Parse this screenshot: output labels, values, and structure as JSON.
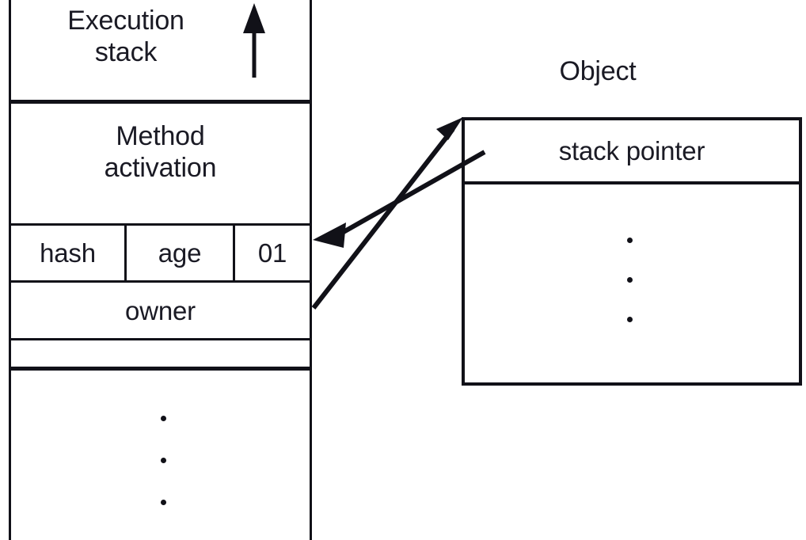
{
  "diagram": {
    "title_stack": "Execution\nstack",
    "title_object": "Object",
    "stack": {
      "growth_arrow_icon": "up-arrow-icon",
      "method_activation_label": "Method\nactivation",
      "slots": [
        {
          "label": "hash"
        },
        {
          "label": "age"
        },
        {
          "label": "01"
        }
      ],
      "owner_label": "owner",
      "empty_slot_label": "",
      "ellipsis_dots": 3
    },
    "object": {
      "stack_pointer_label": "stack pointer",
      "ellipsis_dots": 3
    },
    "connectors": [
      {
        "name": "owner-to-object-arrow",
        "from": "owner",
        "to": "object-top-left"
      },
      {
        "name": "stack-pointer-to-stack-arrow",
        "from": "stack-pointer",
        "to": "stack-right-edge"
      }
    ],
    "colors": {
      "stroke": "#111118",
      "text": "#1a1a24",
      "background": "#ffffff"
    }
  }
}
